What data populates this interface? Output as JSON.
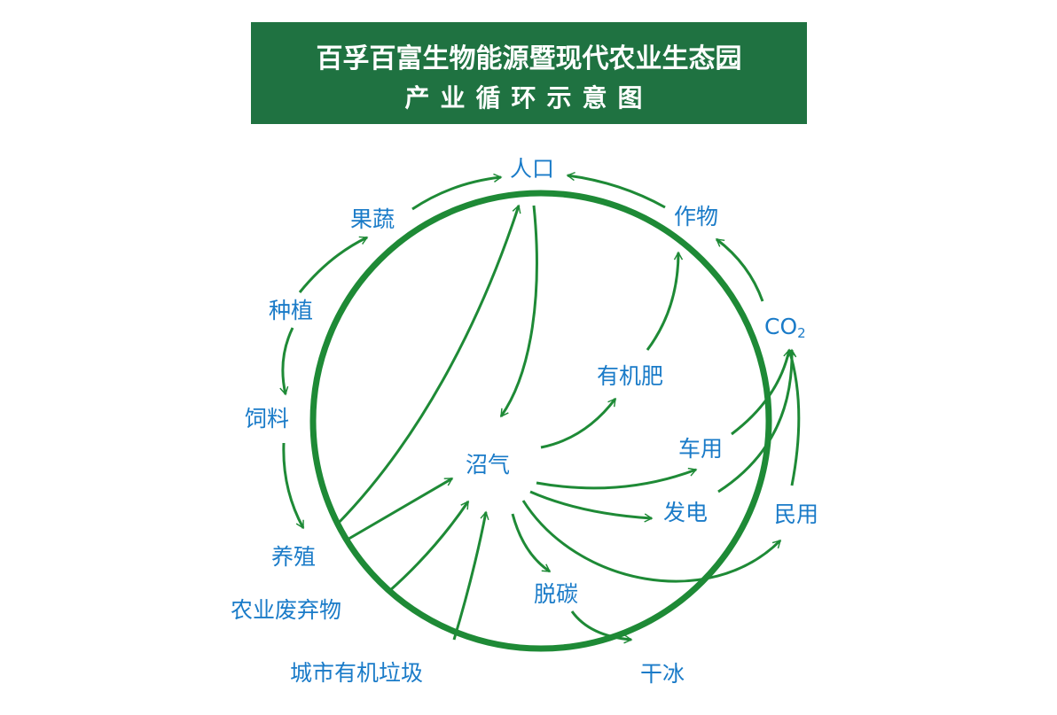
{
  "header": {
    "title": "百孚百富生物能源暨现代农业生态园",
    "subtitle": "产业循环示意图"
  },
  "nodes": {
    "population": "人口",
    "fruit_veg": "果蔬",
    "crops": "作物",
    "planting": "种植",
    "co2": "CO",
    "co2_sub": "2",
    "feed": "饲料",
    "organic_fertilizer": "有机肥",
    "biogas": "沼气",
    "vehicle_use": "车用",
    "power_generation": "发电",
    "civil_use": "民用",
    "breeding": "养殖",
    "agri_waste": "农业废弃物",
    "decarbonization": "脱碳",
    "urban_organic_waste": "城市有机垃圾",
    "dry_ice": "干冰"
  },
  "colors": {
    "header": "#1f7241",
    "flow": "#1e8a36",
    "label": "#1a7bc8"
  }
}
